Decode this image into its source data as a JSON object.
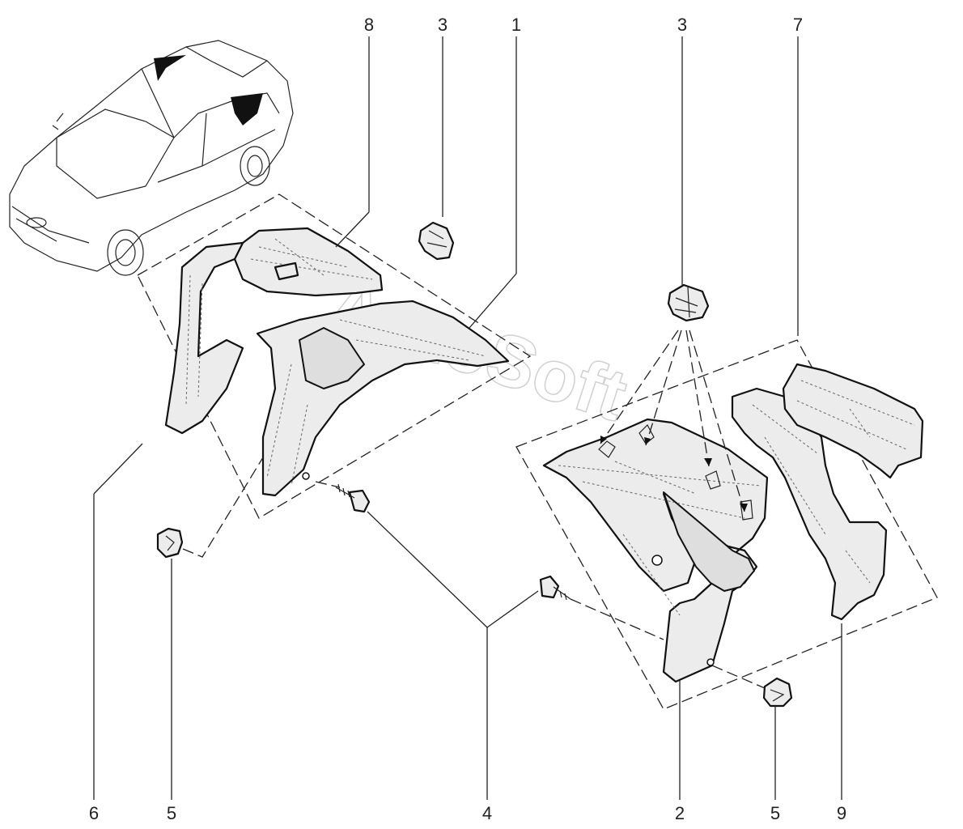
{
  "watermark": "AutoSoft",
  "callouts": {
    "top": [
      "8",
      "3",
      "1",
      "3",
      "7"
    ],
    "bottom": [
      "6",
      "5",
      "4",
      "2",
      "5",
      "9"
    ]
  }
}
